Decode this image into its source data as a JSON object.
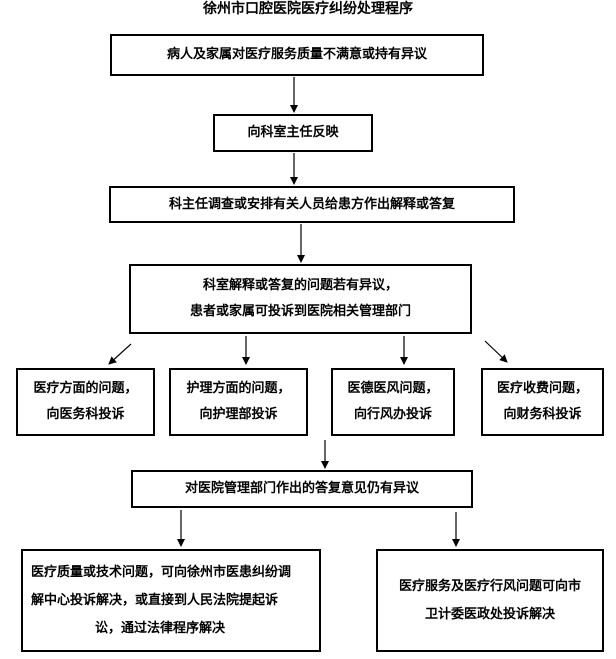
{
  "title": "徐州市口腔医院医疗纠纷处理程序",
  "steps": {
    "step1": "病人及家属对医疗服务质量不满意或持有异议",
    "step2": "向科室主任反映",
    "step3": "科主任调查或安排有关人员给患方作出解释或答复",
    "step4": {
      "line1": "科室解释或答复的问题若有异议，",
      "line2": "患者或家属可投诉到医院相关管理部门"
    }
  },
  "branches": [
    {
      "line1": "医疗方面的问题，",
      "line2": "向医务科投诉"
    },
    {
      "line1": "护理方面的问题，",
      "line2": "向护理部投诉"
    },
    {
      "line1": "医德医风问题，",
      "line2": "向行风办投诉"
    },
    {
      "line1": "医疗收费问题，",
      "line2": "向财务科投诉"
    }
  ],
  "step5": "对医院管理部门作出的答复意见仍有异议",
  "finals": {
    "left": {
      "line1": "医疗质量或技术问题，可向徐州市医患纠纷调",
      "line2": "解中心投诉解决，或直接到人民法院提起诉",
      "line3": "讼，通过法律程序解决"
    },
    "right": {
      "line1": "医疗服务及医疗行风问题可向市",
      "line2": "卫计委医政处投诉解决"
    }
  }
}
